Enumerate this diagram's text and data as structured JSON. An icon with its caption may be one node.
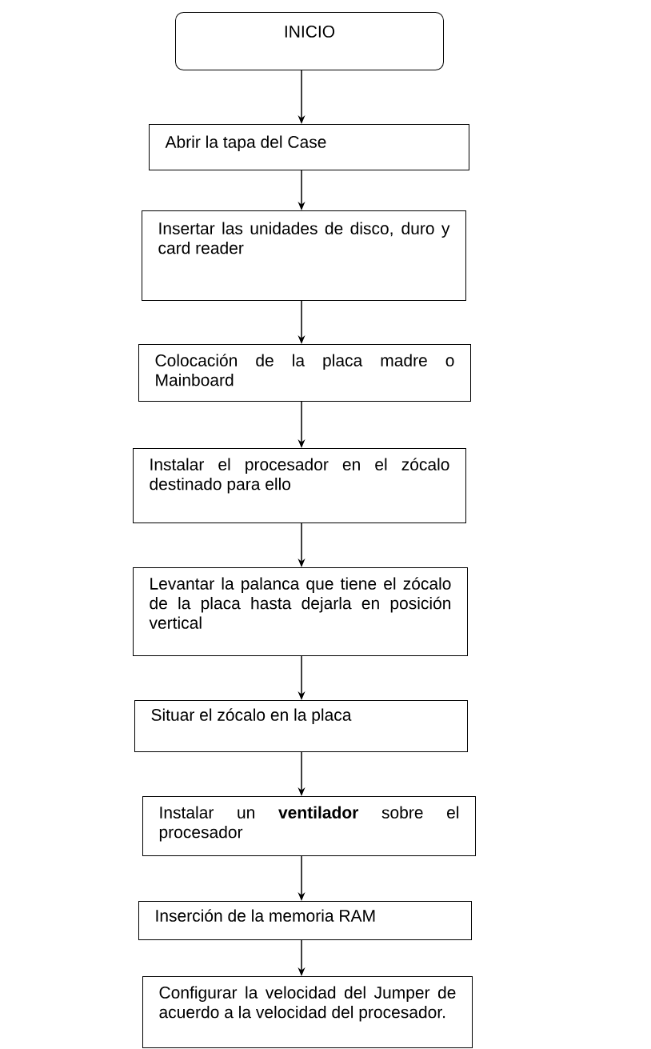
{
  "diagram": {
    "nodes": [
      {
        "text": [
          "INICIO"
        ]
      },
      {
        "text": [
          "Abrir la tapa del Case"
        ]
      },
      {
        "text": [
          "Insertar las unidades de disco, duro y card reader"
        ]
      },
      {
        "text": [
          "Colocación de la placa madre o Mainboard"
        ]
      },
      {
        "text": [
          "Instalar el procesador en el zócalo destinado para ello"
        ]
      },
      {
        "text": [
          "Levantar la palanca que tiene el zócalo de la placa hasta dejarla en posición vertical"
        ]
      },
      {
        "text": [
          "Situar el zócalo en la placa"
        ]
      },
      {
        "text": [
          "Instalar un **ventilador** sobre el procesador"
        ]
      },
      {
        "text": [
          "Inserción de la memoria RAM"
        ]
      },
      {
        "text": [
          "Configurar la velocidad del Jumper de acuerdo a la velocidad del procesador."
        ]
      }
    ],
    "edges": [
      {
        "from": 0,
        "to": 1,
        "arrow": "to"
      },
      {
        "from": 1,
        "to": 2,
        "arrow": "to"
      },
      {
        "from": 2,
        "to": 3,
        "arrow": "to"
      },
      {
        "from": 3,
        "to": 4,
        "arrow": "to"
      },
      {
        "from": 4,
        "to": 5,
        "arrow": "to"
      },
      {
        "from": 5,
        "to": 6,
        "arrow": "to"
      },
      {
        "from": 6,
        "to": 7,
        "arrow": "to"
      },
      {
        "from": 7,
        "to": 8,
        "arrow": "to"
      },
      {
        "from": 8,
        "to": 9,
        "arrow": "to"
      }
    ]
  }
}
